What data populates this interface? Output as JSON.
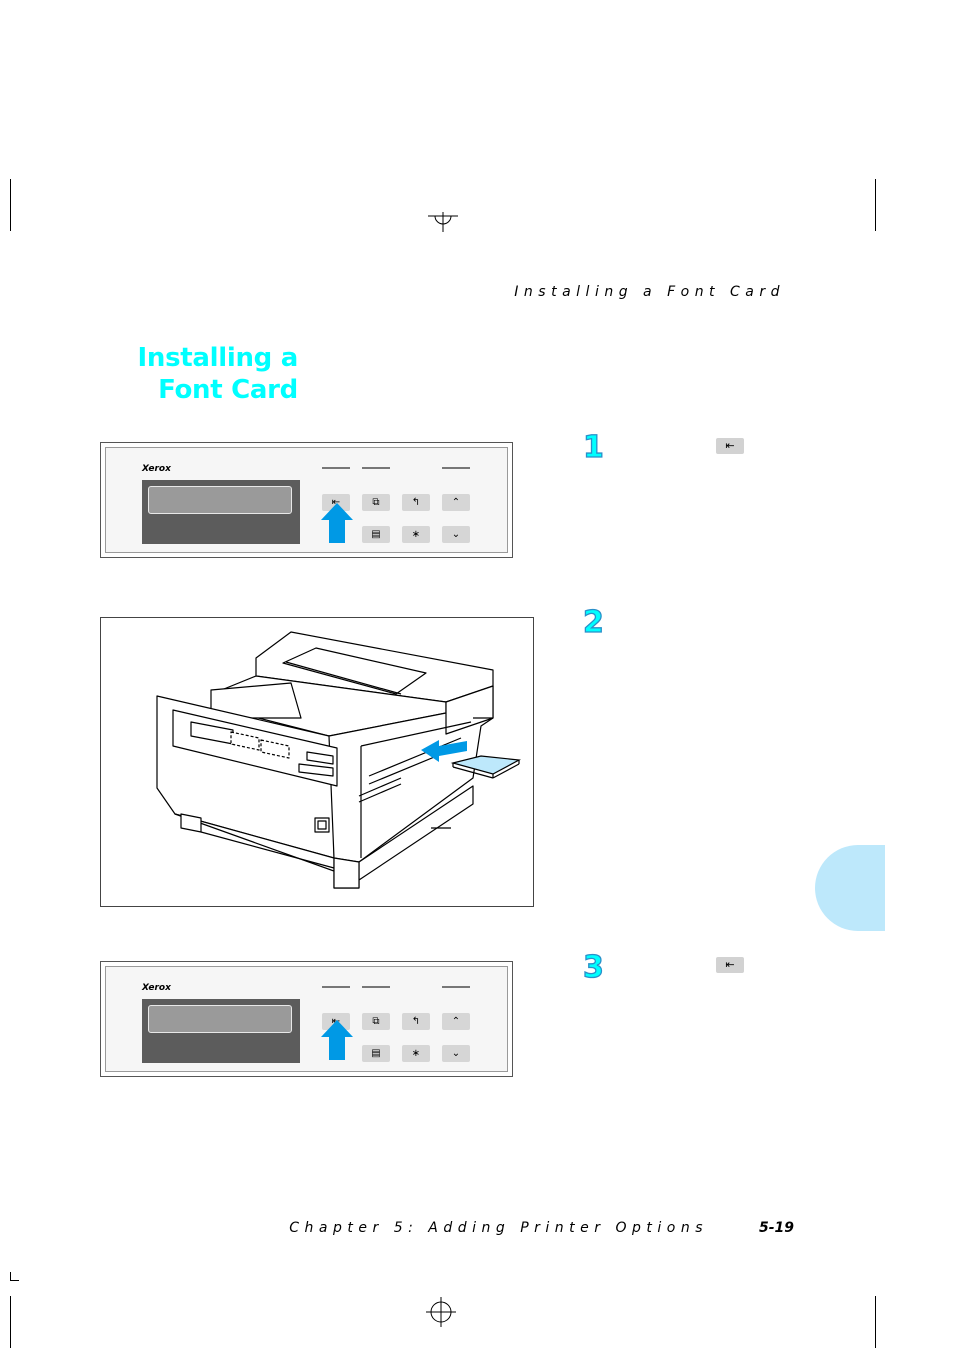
{
  "header": {
    "running_title": "Installing a Font Card"
  },
  "section": {
    "title_line1": "Installing a",
    "title_line2": "Font Card"
  },
  "steps": [
    {
      "number": "1",
      "key_glyph": "⇤"
    },
    {
      "number": "2"
    },
    {
      "number": "3",
      "key_glyph": "⇤"
    }
  ],
  "panel": {
    "brand": "Xerox",
    "buttons": {
      "online": "⇤",
      "copies": "⧉",
      "enter": "↰",
      "up": "⌃",
      "menu": "▤",
      "star": "∗",
      "down": "⌄"
    }
  },
  "footer": {
    "chapter": "Chapter 5: Adding Printer Options",
    "page": "5-19"
  },
  "colors": {
    "title": "#00ffff",
    "accent": "#0099e5",
    "tab": "#bde8fb"
  }
}
